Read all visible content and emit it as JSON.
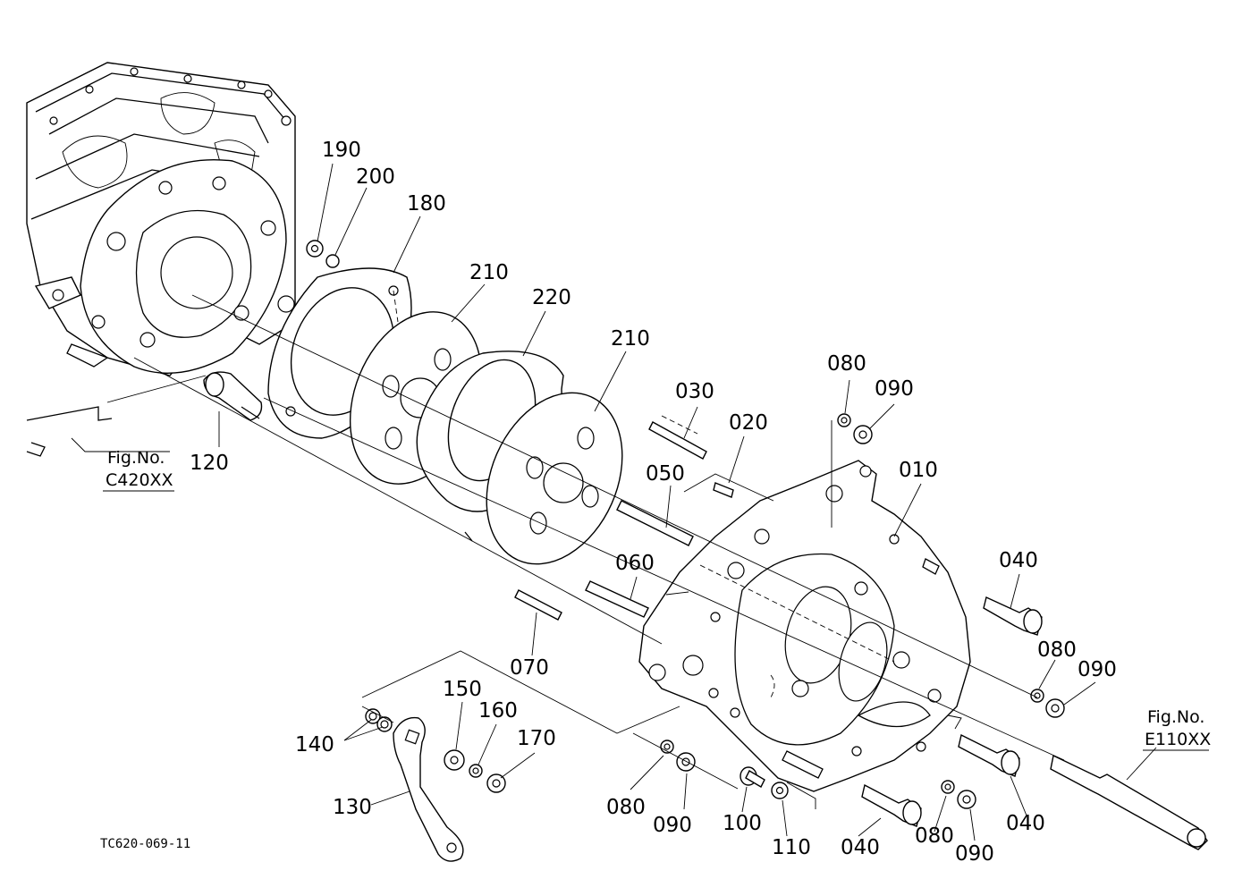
{
  "labels": {
    "p010": "010",
    "p020": "020",
    "p030": "030",
    "p040_a": "040",
    "p040_b": "040",
    "p040_c": "040",
    "p050": "050",
    "p060": "060",
    "p070": "070",
    "p080_a": "080",
    "p080_b": "080",
    "p080_c": "080",
    "p080_d": "080",
    "p090_a": "090",
    "p090_b": "090",
    "p090_c": "090",
    "p090_d": "090",
    "p100": "100",
    "p110": "110",
    "p120": "120",
    "p130": "130",
    "p140": "140",
    "p150": "150",
    "p160": "160",
    "p170": "170",
    "p180": "180",
    "p190": "190",
    "p200": "200",
    "p210_a": "210",
    "p210_b": "210",
    "p220": "220"
  },
  "references": {
    "left_fig_title": "Fig.No.",
    "left_fig_code": "C420XX",
    "right_fig_title": "Fig.No.",
    "right_fig_code": "E110XX"
  },
  "drawing_code": "TC620-069-11"
}
